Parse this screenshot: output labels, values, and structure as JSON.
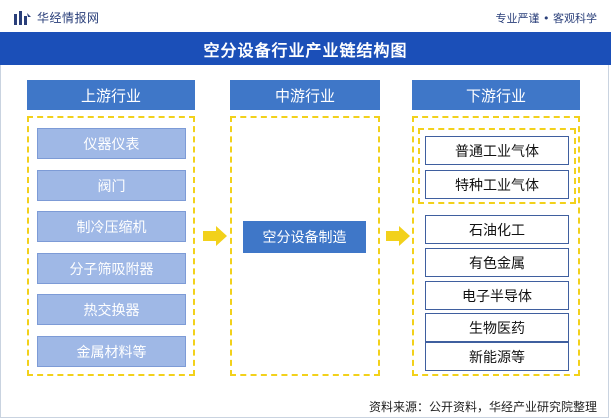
{
  "header": {
    "brand": "华经情报网",
    "slogan": "专业严谨 • 客观科学",
    "logo_icon": "chart-bars-icon"
  },
  "title": "空分设备行业产业链结构图",
  "stages": {
    "upstream": {
      "label": "上游行业",
      "items": [
        "仪器仪表",
        "阀门",
        "制冷压缩机",
        "分子筛吸附器",
        "热交换器",
        "金属材料等"
      ]
    },
    "midstream": {
      "label": "中游行业",
      "items": [
        "空分设备制造"
      ]
    },
    "downstream": {
      "label": "下游行业",
      "gases": [
        "普通工业气体",
        "特种工业气体"
      ],
      "industries": [
        "石油化工",
        "有色金属",
        "电子半导体",
        "生物医药",
        "新能源等"
      ]
    }
  },
  "footer": {
    "source": "资料来源：公开资料，华经产业研究院整理"
  },
  "colors": {
    "title_bar": "#1b4fb8",
    "stage_header": "#3f77c8",
    "upstream_item": "#9fb8e6",
    "dashed_border": "#f2d11b",
    "arrow": "#f2d11b"
  }
}
